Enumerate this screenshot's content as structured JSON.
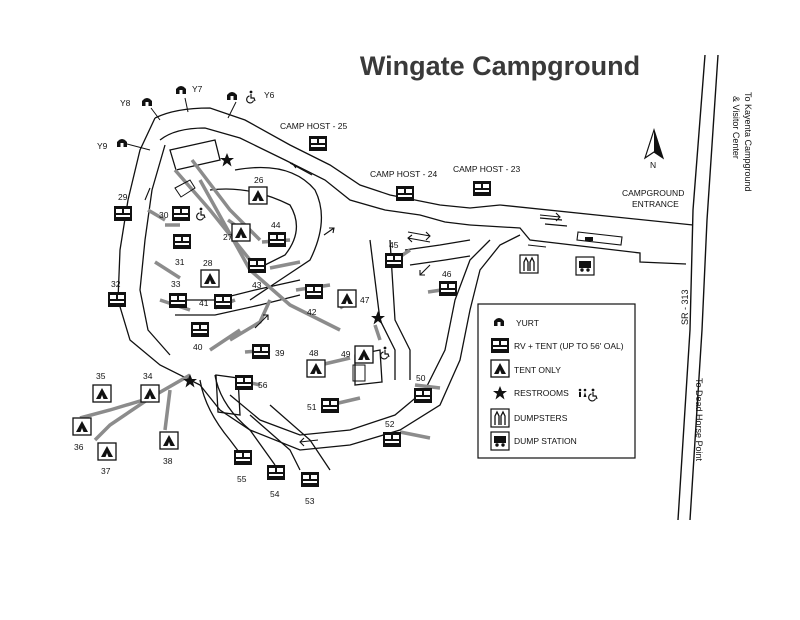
{
  "title": "Wingate Campground",
  "colors": {
    "road": "#8c8c8c",
    "ink": "#111111",
    "background": "#ffffff"
  },
  "directions": {
    "north": "N",
    "kayenta_line1": "To Kayenta Campground",
    "kayenta_line2": "& Visitor Center",
    "dead_horse": "To Dead Horse Point",
    "highway": "SR - 313",
    "entrance_line1": "CAMPGROUND",
    "entrance_line2": "ENTRANCE"
  },
  "legend": {
    "yurt": "YURT",
    "rv_tent": "RV + TENT (UP TO 56' OAL)",
    "tent_only": "TENT ONLY",
    "restrooms": "RESTROOMS",
    "dumpsters": "DUMPSTERS",
    "dump_station": "DUMP STATION"
  },
  "camp_hosts": [
    "CAMP HOST - 25",
    "CAMP HOST - 24",
    "CAMP HOST - 23"
  ],
  "yurts": [
    "Y6",
    "Y7",
    "Y8",
    "Y9"
  ],
  "rv_sites": [
    "29",
    "30",
    "31",
    "32",
    "33",
    "39",
    "40",
    "41",
    "42",
    "43",
    "44",
    "45",
    "46",
    "49",
    "50",
    "51",
    "52",
    "53",
    "54",
    "55",
    "56"
  ],
  "tent_sites": [
    "26",
    "27",
    "28",
    "34",
    "35",
    "36",
    "37",
    "38",
    "47",
    "48"
  ]
}
